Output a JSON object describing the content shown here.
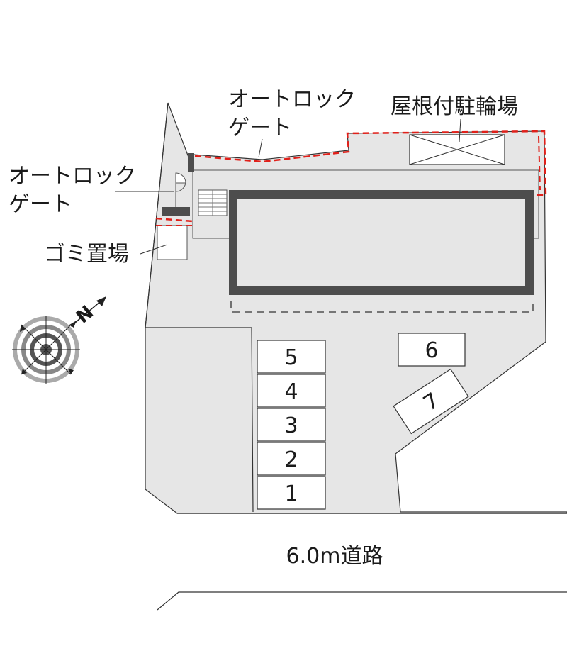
{
  "labels": {
    "gate_top_line1": "オートロック",
    "gate_top_line2": "ゲート",
    "gate_left_line1": "オートロック",
    "gate_left_line2": "ゲート",
    "garbage": "ゴミ置場",
    "bicycle": "屋根付駐輪場",
    "road": "6.0m道路",
    "north": "N"
  },
  "parking_spaces": [
    "5",
    "4",
    "3",
    "2",
    "1"
  ],
  "parking_space_6": "6",
  "parking_space_7": "7",
  "colors": {
    "ground": "#e6e6e6",
    "building": "#4d4d4d",
    "gate_dash": "#e0201a",
    "outline": "#333333"
  }
}
